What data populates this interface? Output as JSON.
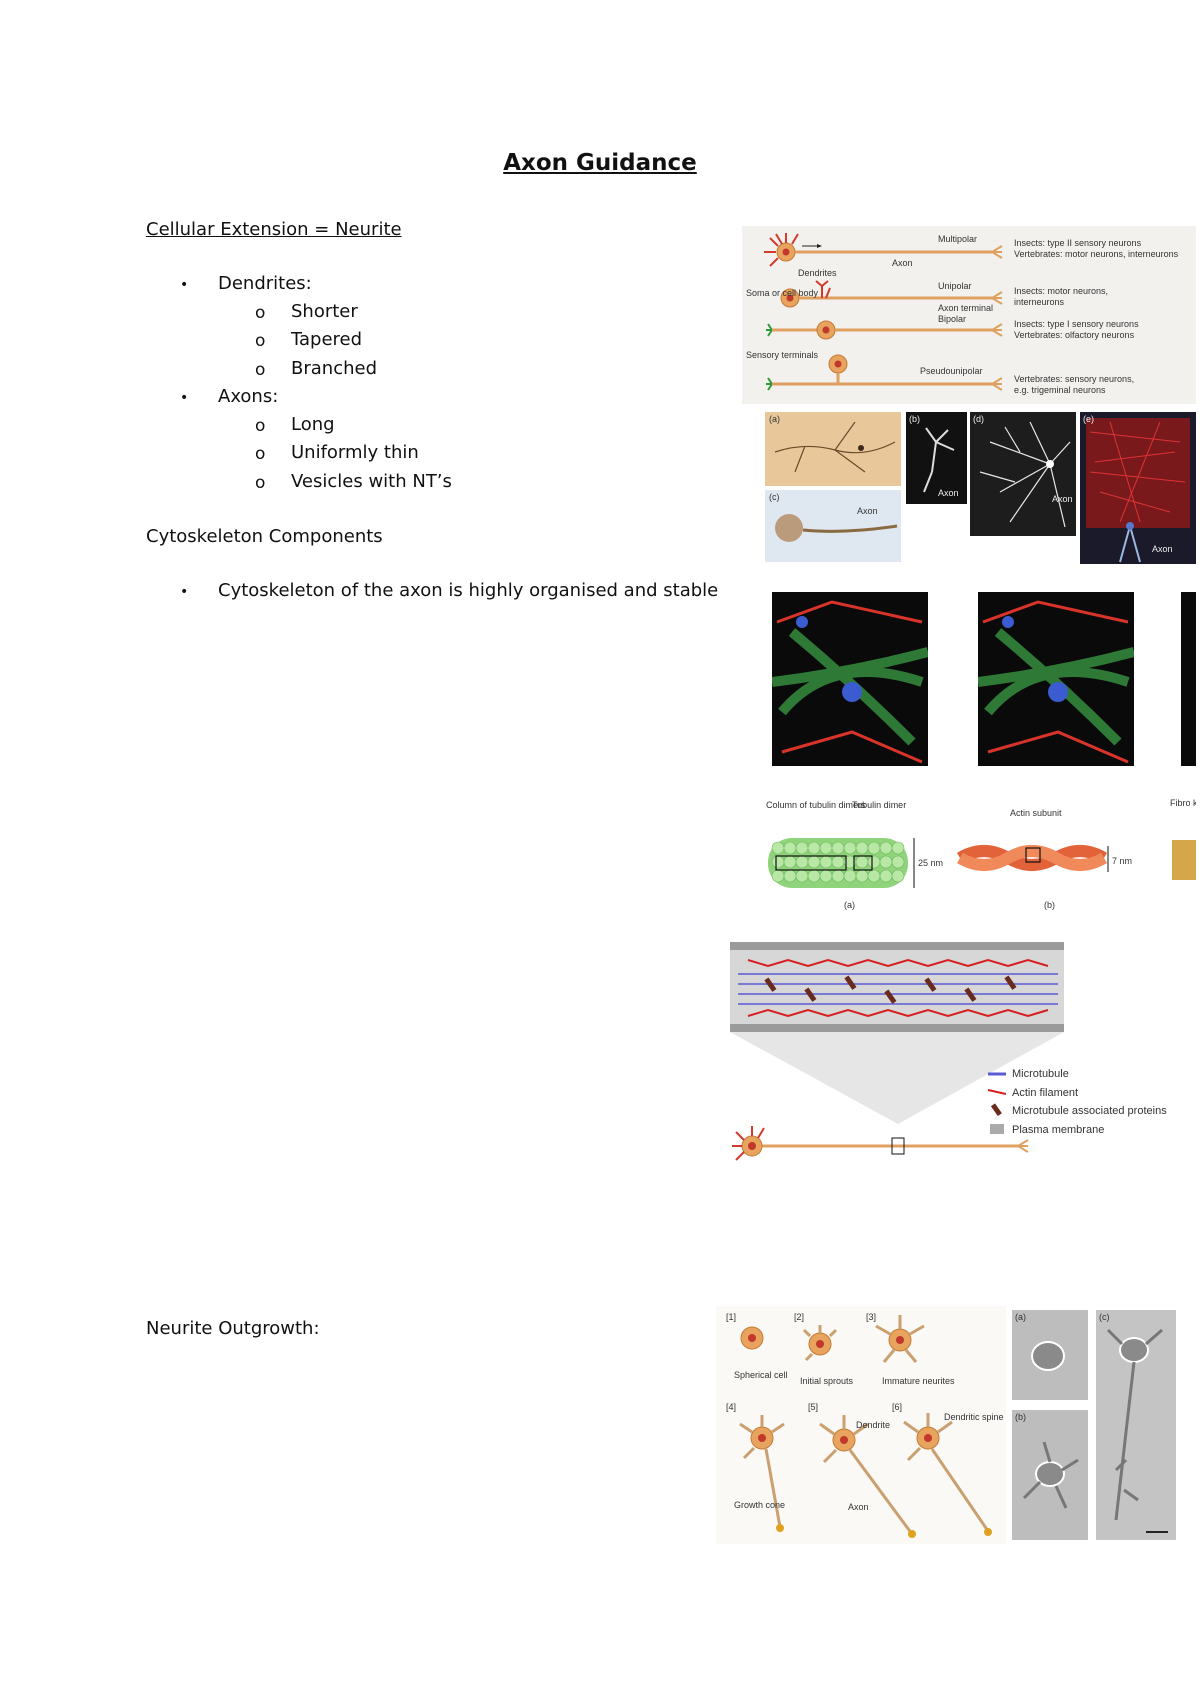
{
  "document": {
    "title": "Axon Guidance",
    "section1": {
      "heading": "Cellular Extension = Neurite",
      "items": [
        {
          "bullet": "•",
          "label": "Dendrites:",
          "subs": [
            {
              "marker": "o",
              "text": "Shorter"
            },
            {
              "marker": "o",
              "text": "Tapered"
            },
            {
              "marker": "o",
              "text": "Branched"
            }
          ]
        },
        {
          "bullet": "•",
          "label": "Axons:",
          "subs": [
            {
              "marker": "o",
              "text": "Long"
            },
            {
              "marker": "o",
              "text": "Uniformly thin"
            },
            {
              "marker": "o",
              "text": "Vesicles with NT’s"
            }
          ]
        }
      ]
    },
    "section2": {
      "heading": "Cytoskeleton Components",
      "items": [
        {
          "bullet": "•",
          "label": "Cytoskeleton of the axon is highly organised and stable"
        }
      ]
    },
    "section3": {
      "heading": "Neurite Outgrowth:"
    }
  },
  "figures": {
    "neuron_types": {
      "labels": {
        "multipolar": "Multipolar",
        "dendrites": "Dendrites",
        "axon": "Axon",
        "soma": "Soma or cell body",
        "unipolar": "Unipolar",
        "axon_terminal": "Axon terminal",
        "bipolar": "Bipolar",
        "sensory_terminals": "Sensory terminals",
        "pseudounipolar": "Pseudounipolar",
        "multipolar_desc1": "Insects: type II sensory neurons",
        "multipolar_desc2": "Vertebrates: motor neurons, interneurons",
        "unipolar_desc1": "Insects: motor neurons,",
        "unipolar_desc2": "interneurons",
        "bipolar_desc1": "Insects: type I sensory neurons",
        "bipolar_desc2": "Vertebrates: olfactory neurons",
        "pseudo_desc1": "Vertebrates: sensory neurons,",
        "pseudo_desc2": "e.g. trigeminal neurons"
      },
      "micro_labels": {
        "a": "(a)",
        "b": "(b)",
        "c": "(c)",
        "d": "(d)",
        "e": "(e)",
        "axon": "Axon"
      }
    },
    "cytoskeleton_fibers": {
      "labels": {
        "column": "Column of tubulin dimers",
        "tubulin": "Tubulin dimer",
        "actin": "Actin subunit",
        "fibrous": "Fibro kera",
        "nm25": "25 nm",
        "nm7": "7 nm",
        "a": "(a)",
        "b": "(b)"
      }
    },
    "axon_cytoskeleton": {
      "legend": [
        {
          "label": "Microtubule",
          "color": "#5b5bd6"
        },
        {
          "label": "Actin filament",
          "color": "#d62020"
        },
        {
          "label": "Microtubule associated proteins",
          "color": "#6b2a1e"
        },
        {
          "label": "Plasma membrane",
          "color": "#888888"
        }
      ]
    },
    "outgrowth": {
      "labels": {
        "s1": "[1]",
        "s2": "[2]",
        "s3": "[3]",
        "s4": "[4]",
        "s5": "[5]",
        "s6": "[6]",
        "spherical": "Spherical cell",
        "initial": "Initial sprouts",
        "immature": "Immature neurites",
        "growth_cone": "Growth cone",
        "axon": "Axon",
        "dendrite": "Dendrite",
        "spine": "Dendritic spine",
        "pa": "(a)",
        "pb": "(b)",
        "pc": "(c)"
      }
    }
  }
}
